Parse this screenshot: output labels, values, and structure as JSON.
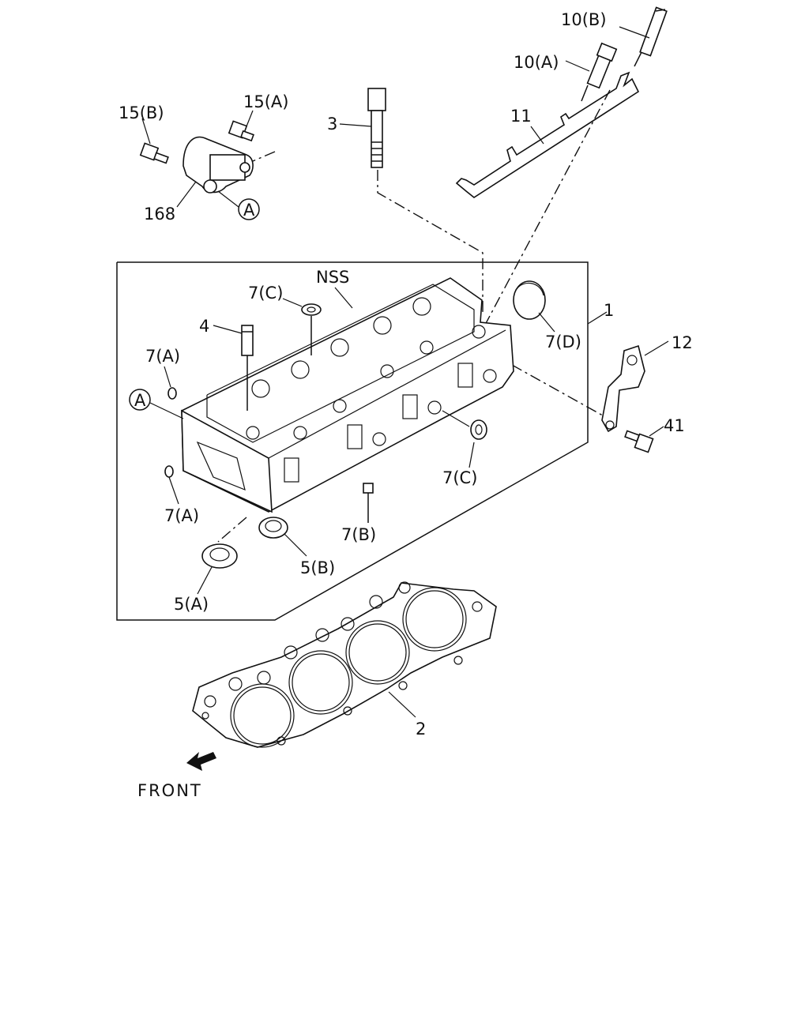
{
  "diagram": {
    "labels": {
      "p10b": "10(B)",
      "p10a": "10(A)",
      "p11": "11",
      "p15b": "15(B)",
      "p15a": "15(A)",
      "p3": "3",
      "p168": "168",
      "refA1": "A",
      "nss": "NSS",
      "p7c_top": "7(C)",
      "p4": "4",
      "p7a_top": "7(A)",
      "refA2": "A",
      "p7d": "7(D)",
      "p1": "1",
      "p12": "12",
      "p41": "41",
      "p7c_bot": "7(C)",
      "p7a_bot": "7(A)",
      "p7b": "7(B)",
      "p5b": "5(B)",
      "p5a": "5(A)",
      "p2": "2",
      "front": "FRONT"
    }
  }
}
